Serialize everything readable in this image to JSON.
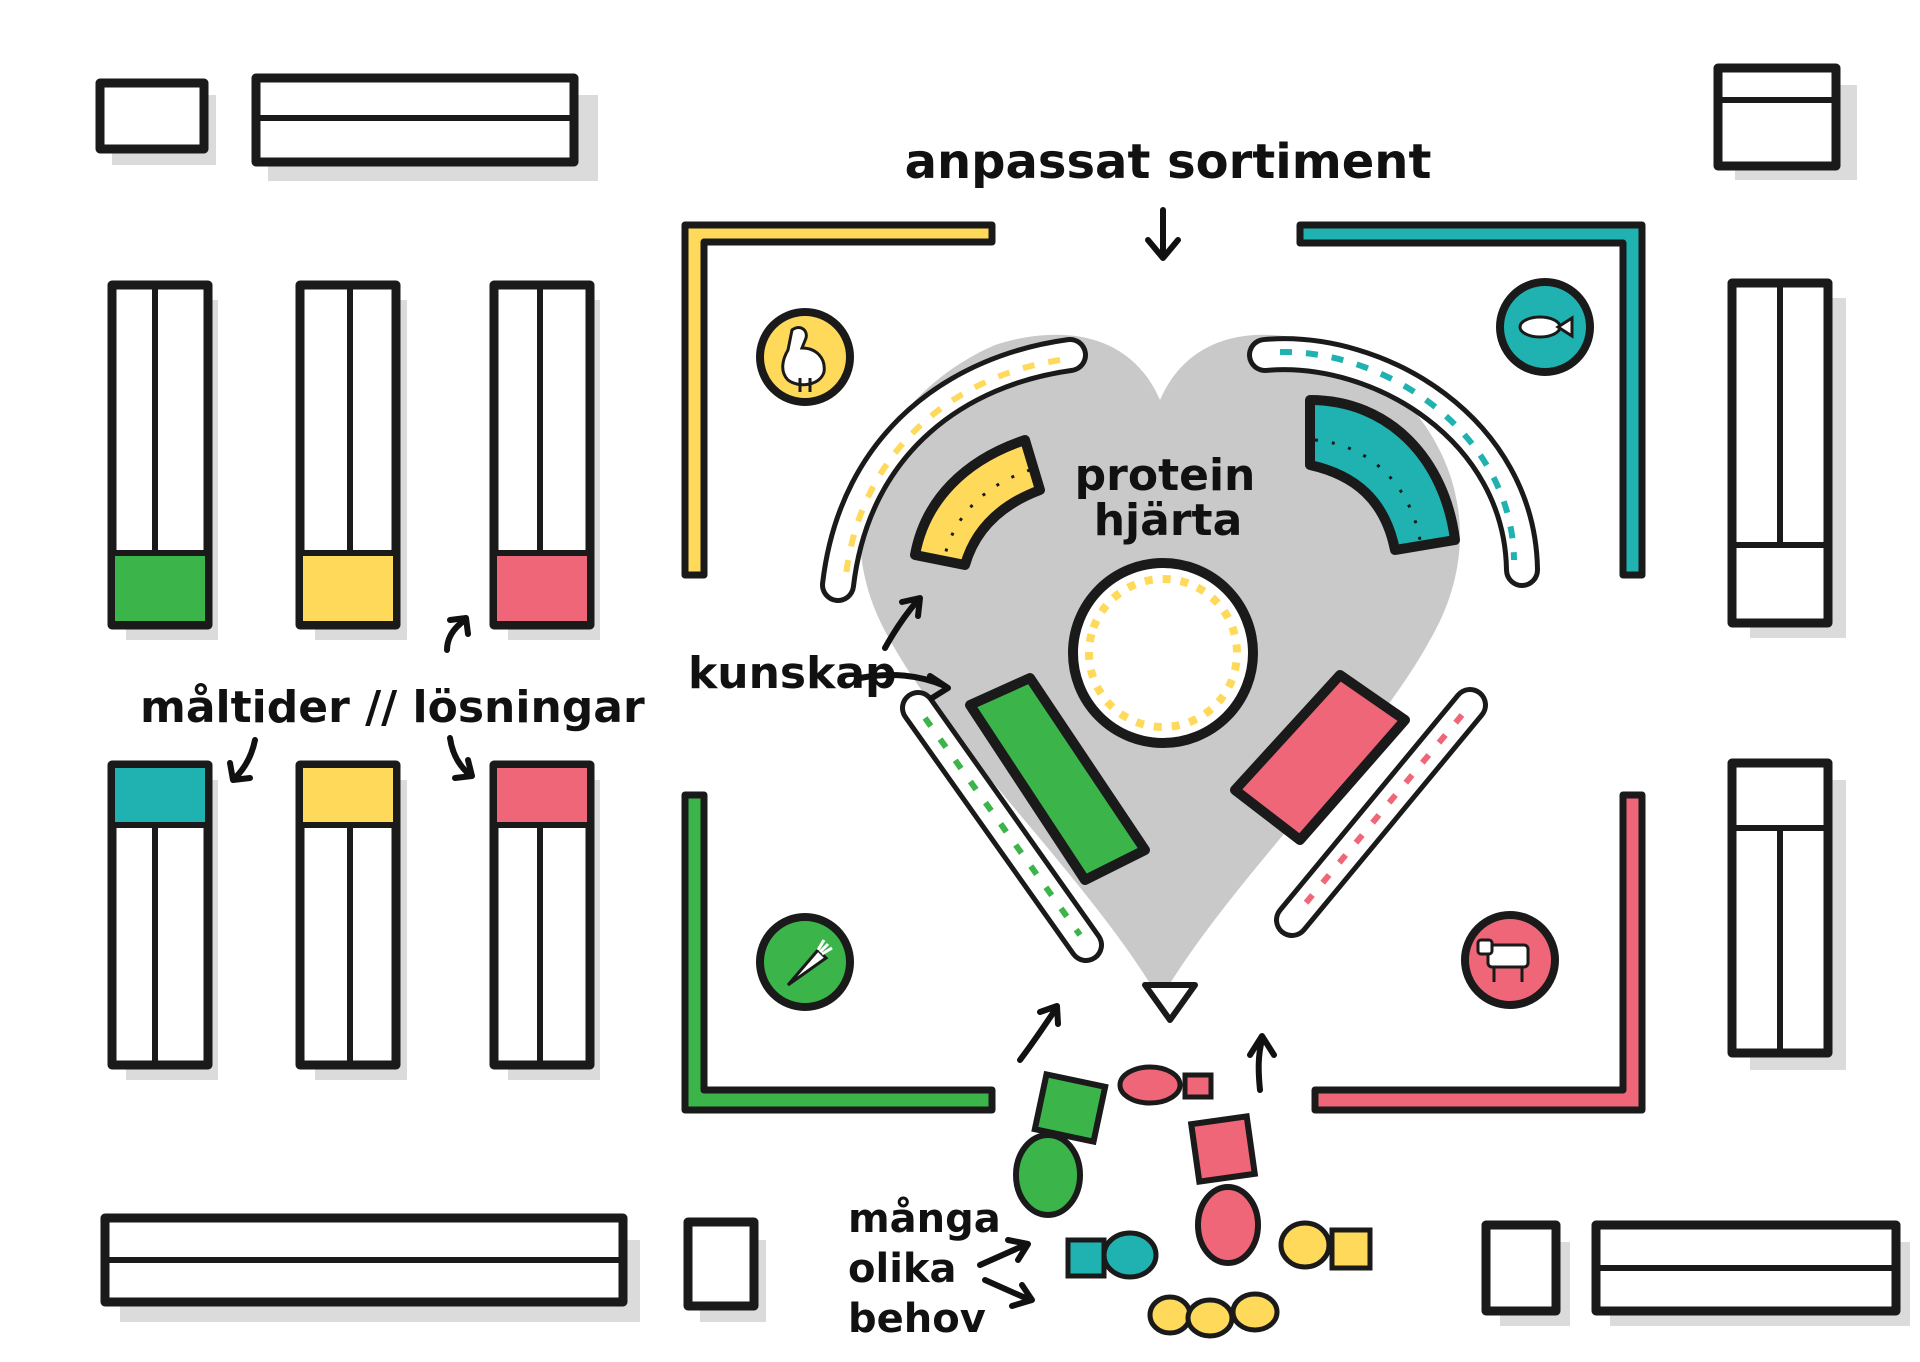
{
  "labels": {
    "assortment": "anpassat sortiment",
    "protein_heart_line1": "protein",
    "protein_heart_line2": "hjärta",
    "knowledge": "kunskap",
    "meals": "måltider // lösningar",
    "needs_line1": "många",
    "needs_line2": "olika",
    "needs_line3": "behov"
  },
  "icons": {
    "poultry": "chicken-icon",
    "fish": "fish-icon",
    "vegetables": "carrot-icon",
    "meat": "cow-icon"
  },
  "colors": {
    "yellow": "#FFD95A",
    "teal": "#1FB2B0",
    "green": "#3BB54A",
    "red": "#EE6677",
    "heart_gray": "#C9C9C9",
    "ink": "#1A1A1A"
  }
}
